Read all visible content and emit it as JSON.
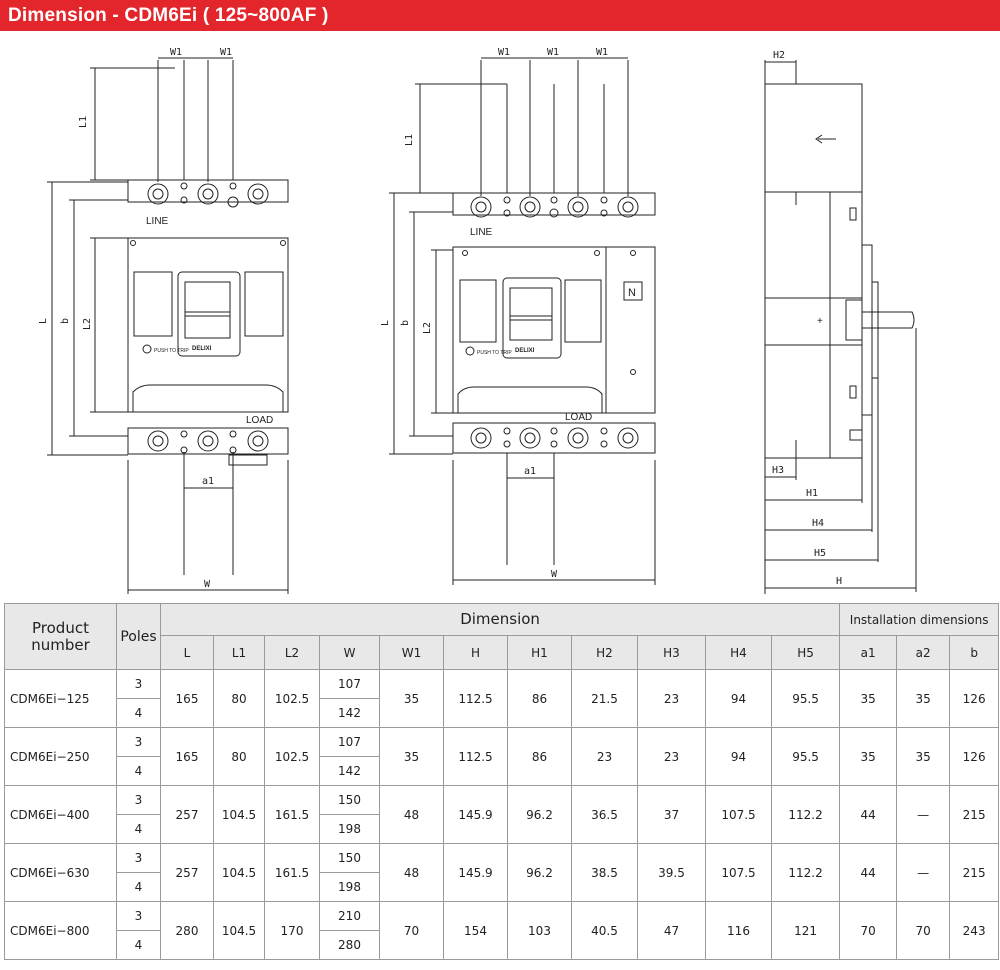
{
  "title": "Dimension - CDM6Ei ( 125~800AF )",
  "drawing": {
    "front3": {
      "labels": [
        "W1",
        "W1",
        "L1",
        "L",
        "b",
        "L2",
        "a1",
        "W",
        "LINE",
        "LOAD",
        "PUSH TO TRIP",
        "DELIXI"
      ]
    },
    "front4": {
      "labels": [
        "W1",
        "W1",
        "W1",
        "L1",
        "L",
        "b",
        "L2",
        "a1",
        "W",
        "LINE",
        "LOAD",
        "PUSH TO TRIP",
        "DELIXI",
        "N"
      ]
    },
    "side": {
      "labels": [
        "H2",
        "H3",
        "H1",
        "H4",
        "H5",
        "H",
        "+"
      ]
    }
  },
  "table": {
    "header": {
      "product": "Product number",
      "poles": "Poles",
      "dimension": "Dimension",
      "installation": "Installation dimensions",
      "columns": [
        "L",
        "L1",
        "L2",
        "W",
        "W1",
        "H",
        "H1",
        "H2",
        "H3",
        "H4",
        "H5",
        "a1",
        "a2",
        "b"
      ]
    },
    "rows": [
      {
        "product": "CDM6Ei−125",
        "poles": [
          "3",
          "4"
        ],
        "L": "165",
        "L1": "80",
        "L2": "102.5",
        "W": [
          "107",
          "142"
        ],
        "W1": "35",
        "H": "112.5",
        "H1": "86",
        "H2": "21.5",
        "H3": "23",
        "H4": "94",
        "H5": "95.5",
        "a1": "35",
        "a2": "35",
        "b": "126"
      },
      {
        "product": "CDM6Ei−250",
        "poles": [
          "3",
          "4"
        ],
        "L": "165",
        "L1": "80",
        "L2": "102.5",
        "W": [
          "107",
          "142"
        ],
        "W1": "35",
        "H": "112.5",
        "H1": "86",
        "H2": "23",
        "H3": "23",
        "H4": "94",
        "H5": "95.5",
        "a1": "35",
        "a2": "35",
        "b": "126"
      },
      {
        "product": "CDM6Ei−400",
        "poles": [
          "3",
          "4"
        ],
        "L": "257",
        "L1": "104.5",
        "L2": "161.5",
        "W": [
          "150",
          "198"
        ],
        "W1": "48",
        "H": "145.9",
        "H1": "96.2",
        "H2": "36.5",
        "H3": "37",
        "H4": "107.5",
        "H5": "112.2",
        "a1": "44",
        "a2": "—",
        "b": "215"
      },
      {
        "product": "CDM6Ei−630",
        "poles": [
          "3",
          "4"
        ],
        "L": "257",
        "L1": "104.5",
        "L2": "161.5",
        "W": [
          "150",
          "198"
        ],
        "W1": "48",
        "H": "145.9",
        "H1": "96.2",
        "H2": "38.5",
        "H3": "39.5",
        "H4": "107.5",
        "H5": "112.2",
        "a1": "44",
        "a2": "—",
        "b": "215"
      },
      {
        "product": "CDM6Ei−800",
        "poles": [
          "3",
          "4"
        ],
        "L": "280",
        "L1": "104.5",
        "L2": "170",
        "W": [
          "210",
          "280"
        ],
        "W1": "70",
        "H": "154",
        "H1": "103",
        "H2": "40.5",
        "H3": "47",
        "H4": "116",
        "H5": "121",
        "a1": "70",
        "a2": "70",
        "b": "243"
      }
    ]
  }
}
